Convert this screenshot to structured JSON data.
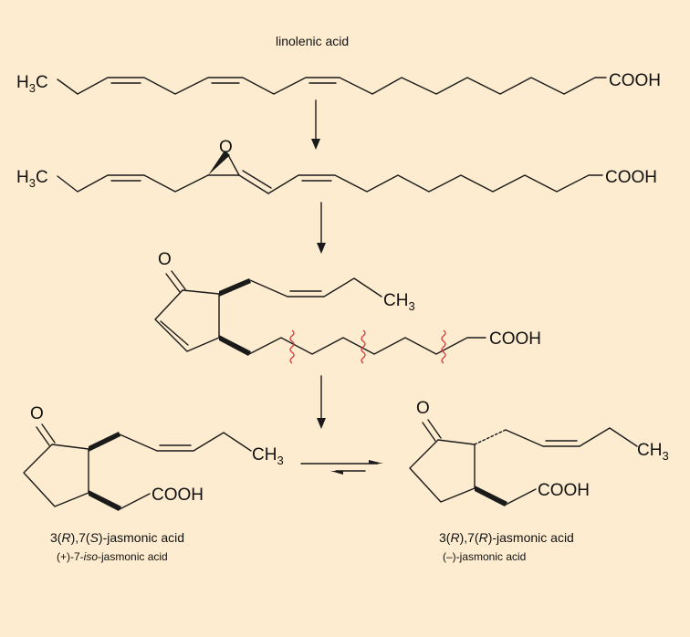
{
  "title": "linolenic acid",
  "groups": {
    "h3c": "H",
    "h3c_sub": "3",
    "h3c_c": "C",
    "cooh": "COOH",
    "ch3_c": "CH",
    "ch3_sub": "3",
    "oxo": "O"
  },
  "captions": {
    "left_name_parts": [
      "3(",
      "R",
      "),7(",
      "S",
      ")-jasmonic acid"
    ],
    "left_alt_parts": [
      "(+)-7-",
      "iso",
      "-jasmonic acid"
    ],
    "right_name_parts": [
      "3(",
      "R",
      "),7(",
      "R",
      ")-jasmonic acid"
    ],
    "right_alt": "(–)-jasmonic acid"
  },
  "colors": {
    "background": "#fdeccf",
    "bond": "#1a1a1a",
    "cleavage_mark": "#d23a3a"
  }
}
